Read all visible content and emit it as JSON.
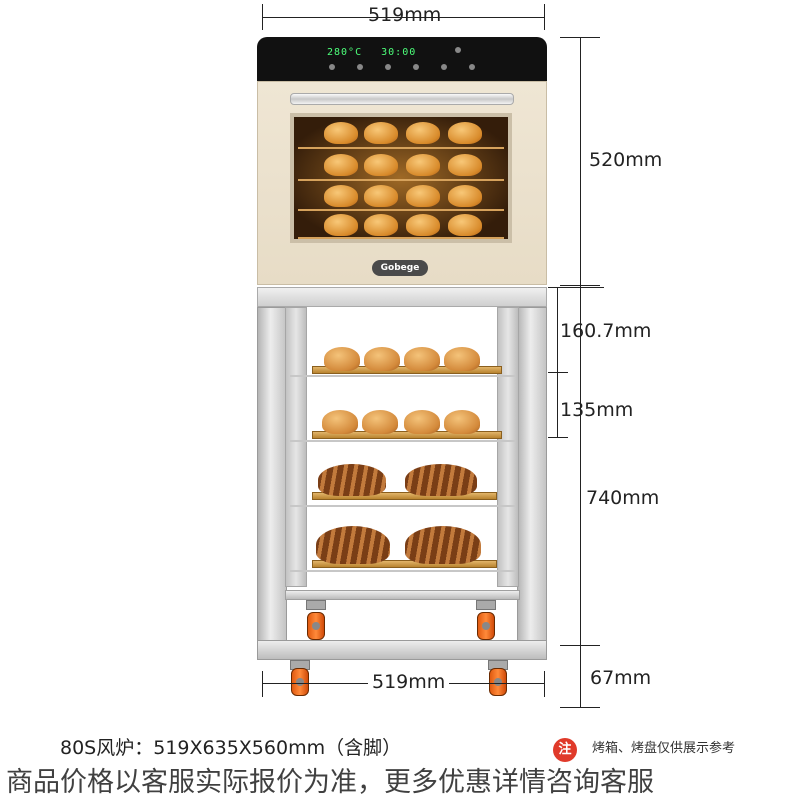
{
  "dimensions": {
    "top_width": "519mm",
    "bottom_width": "519mm",
    "oven_height": "520mm",
    "stand_top_gap": "160.7mm",
    "shelf_gap": "135mm",
    "stand_height": "740mm",
    "leg_height": "67mm"
  },
  "oven": {
    "display_left": "280°C",
    "display_right": "30:00",
    "brand": "Gobege"
  },
  "spec": {
    "text": "80S风炉：519X635X560mm（含脚）"
  },
  "note": {
    "badge": "注",
    "text": "烤箱、烤盘仅供展示参考"
  },
  "overlay": {
    "text": "商品价格以客服实际报价为准，更多优惠详情咨询客服"
  },
  "colors": {
    "accent_red": "#e03a2a",
    "oven_cream": "#efe6d4",
    "stainless": "#d0d0d0"
  }
}
